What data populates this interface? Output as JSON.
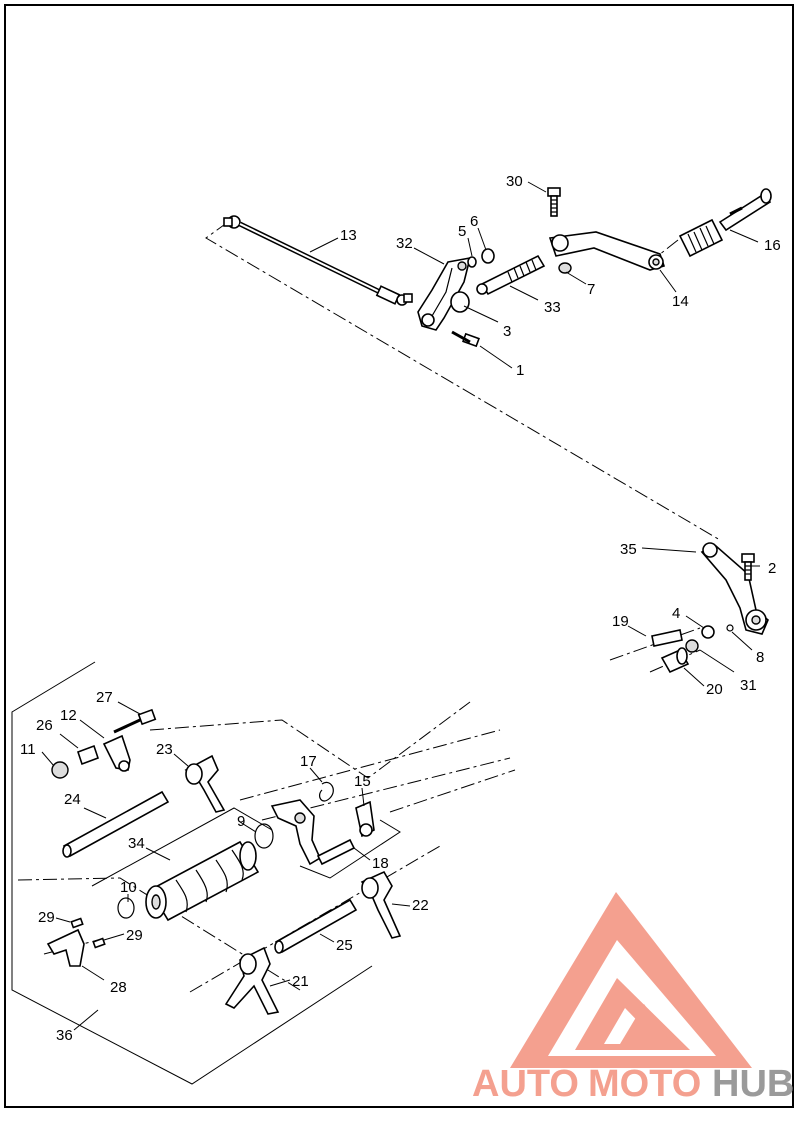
{
  "labels": {
    "l1": "1",
    "l2": "2",
    "l3": "3",
    "l4": "4",
    "l5": "5",
    "l6": "6",
    "l7": "7",
    "l8": "8",
    "l9": "9",
    "l10": "10",
    "l11": "11",
    "l12": "12",
    "l13": "13",
    "l14": "14",
    "l15": "15",
    "l16": "16",
    "l17": "17",
    "l18": "18",
    "l19": "19",
    "l20": "20",
    "l21": "21",
    "l22": "22",
    "l23": "23",
    "l24": "24",
    "l25": "25",
    "l26": "26",
    "l27": "27",
    "l28": "28",
    "l29a": "29",
    "l29b": "29",
    "l30": "30",
    "l31": "31",
    "l32": "32",
    "l33": "33",
    "l34": "34",
    "l35": "35",
    "l36": "36"
  },
  "watermark": {
    "part1": "AUTO",
    "part2": "MOTO",
    "part3": "HUB",
    "color_primary": "#f4a08f",
    "color_secondary": "#9a9a9a"
  }
}
